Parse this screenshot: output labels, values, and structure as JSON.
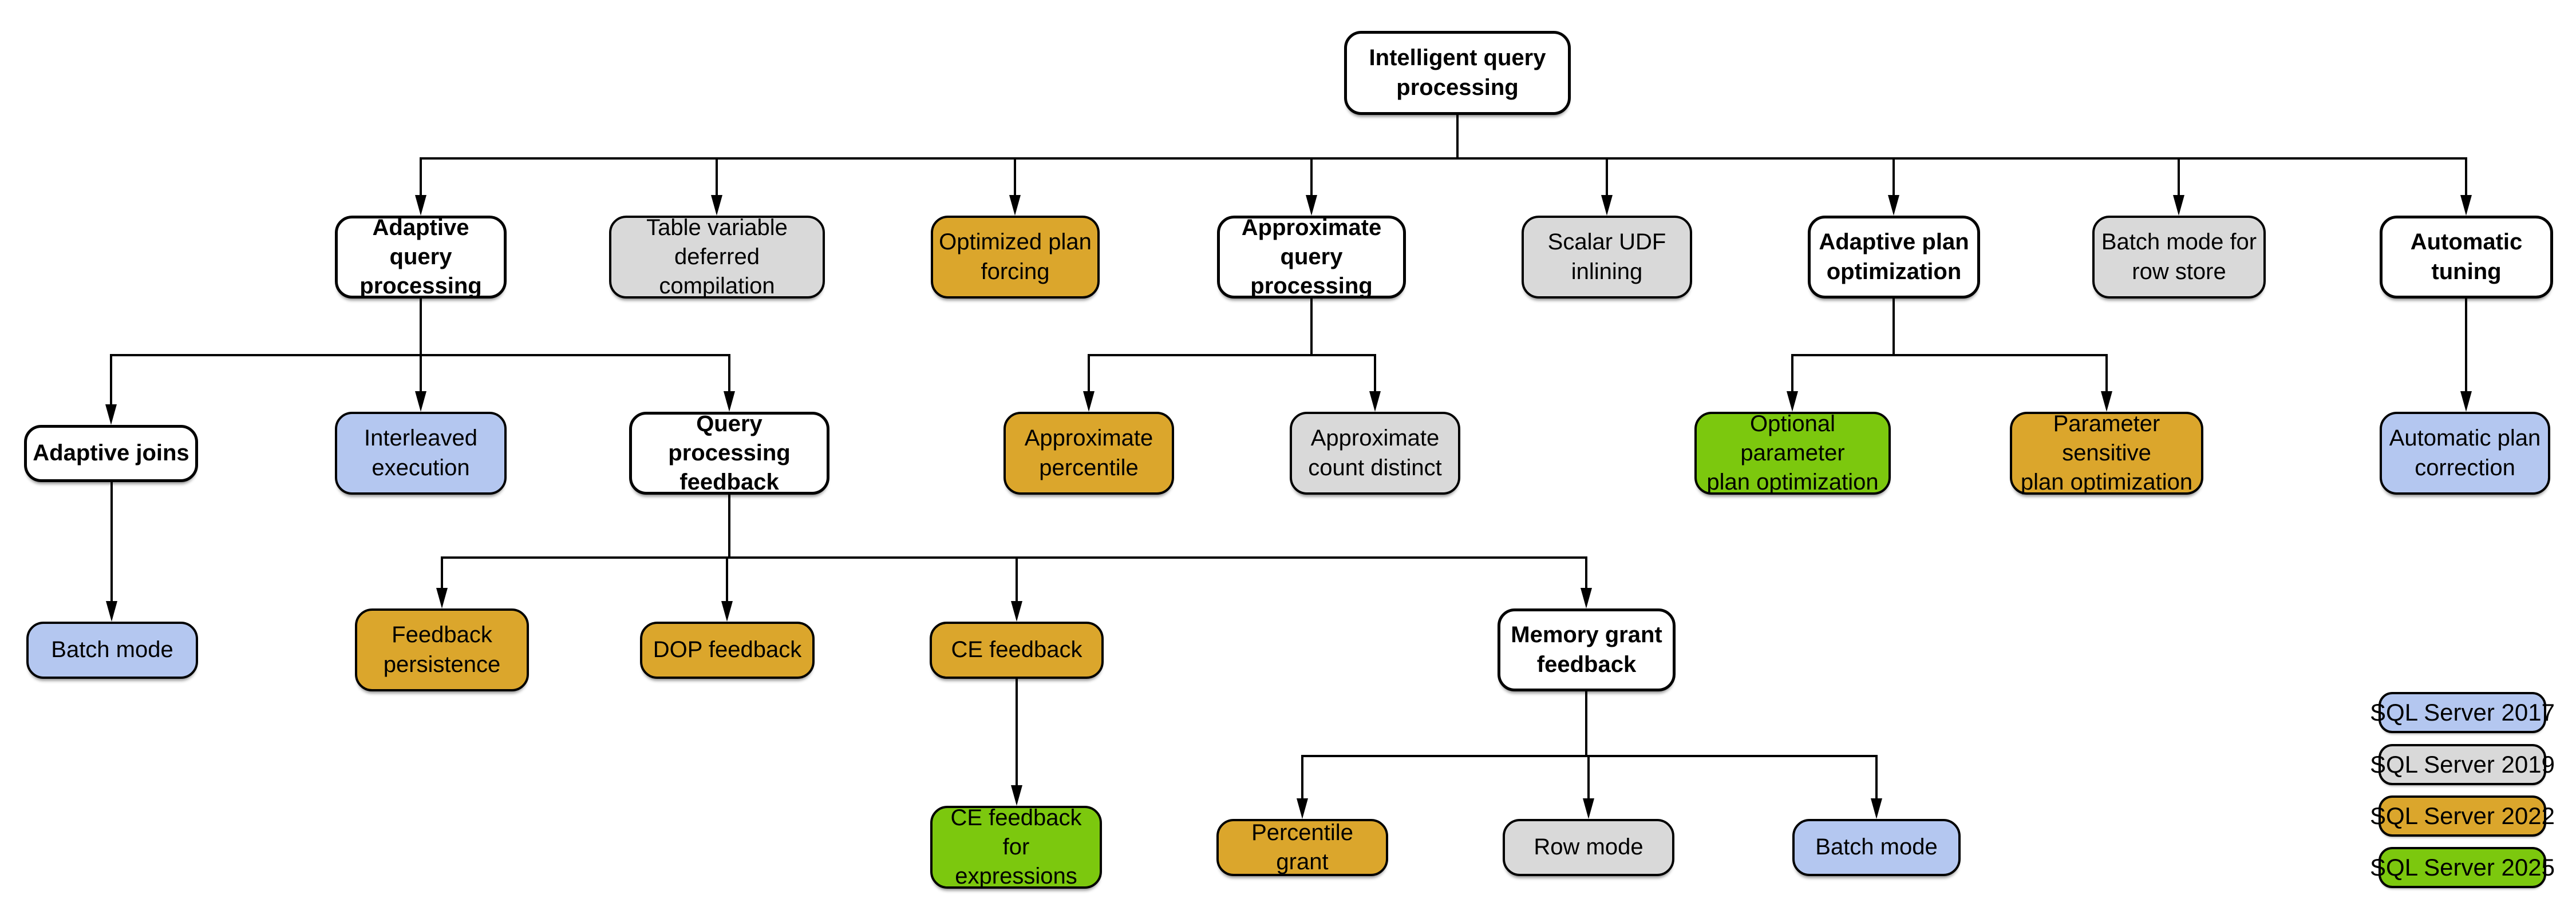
{
  "versions": {
    "2017": "#B4C7F0",
    "2019": "#D9D9D9",
    "2022": "#DBA62C",
    "2025": "#7CC80E"
  },
  "legend": {
    "items": [
      {
        "label": "SQL Server 2017",
        "version": "2017"
      },
      {
        "label": "SQL Server 2019",
        "version": "2019"
      },
      {
        "label": "SQL Server 2022",
        "version": "2022"
      },
      {
        "label": "SQL Server 2025",
        "version": "2025"
      }
    ]
  },
  "nodes": [
    {
      "id": "intelligent-query-processing",
      "label": "Intelligent query\nprocessing",
      "version": null,
      "parent": null
    },
    {
      "id": "adaptive-query-processing",
      "label": "Adaptive query\nprocessing",
      "version": null,
      "parent": "intelligent-query-processing"
    },
    {
      "id": "table-variable-deferred-compilation",
      "label": "Table variable\ndeferred compilation",
      "version": "2019",
      "parent": "intelligent-query-processing"
    },
    {
      "id": "optimized-plan-forcing",
      "label": "Optimized plan\nforcing",
      "version": "2022",
      "parent": "intelligent-query-processing"
    },
    {
      "id": "approximate-query-processing",
      "label": "Approximate\nquery processing",
      "version": null,
      "parent": "intelligent-query-processing"
    },
    {
      "id": "scalar-udf-inlining",
      "label": "Scalar UDF\ninlining",
      "version": "2019",
      "parent": "intelligent-query-processing"
    },
    {
      "id": "adaptive-plan-optimization",
      "label": "Adaptive plan\noptimization",
      "version": null,
      "parent": "intelligent-query-processing"
    },
    {
      "id": "batch-mode-for-row-store",
      "label": "Batch mode for\nrow store",
      "version": "2019",
      "parent": "intelligent-query-processing"
    },
    {
      "id": "automatic-tuning",
      "label": "Automatic\ntuning",
      "version": null,
      "parent": "intelligent-query-processing"
    },
    {
      "id": "adaptive-joins",
      "label": "Adaptive joins",
      "version": null,
      "parent": "adaptive-query-processing"
    },
    {
      "id": "interleaved-execution",
      "label": "Interleaved\nexecution",
      "version": "2017",
      "parent": "adaptive-query-processing"
    },
    {
      "id": "query-processing-feedback",
      "label": "Query processing\nfeedback",
      "version": null,
      "parent": "adaptive-query-processing"
    },
    {
      "id": "approximate-percentile",
      "label": "Approximate\npercentile",
      "version": "2022",
      "parent": "approximate-query-processing"
    },
    {
      "id": "approximate-count-distinct",
      "label": "Approximate\ncount distinct",
      "version": "2019",
      "parent": "approximate-query-processing"
    },
    {
      "id": "optional-parameter-plan-optimization",
      "label": "Optional parameter\nplan optimization",
      "version": "2025",
      "parent": "adaptive-plan-optimization"
    },
    {
      "id": "parameter-sensitive-plan-optimization",
      "label": "Parameter sensitive\nplan optimization",
      "version": "2022",
      "parent": "adaptive-plan-optimization"
    },
    {
      "id": "automatic-plan-correction",
      "label": "Automatic plan\ncorrection",
      "version": "2017",
      "parent": "automatic-tuning"
    },
    {
      "id": "batch-mode",
      "label": "Batch mode",
      "version": "2017",
      "parent": "adaptive-joins"
    },
    {
      "id": "feedback-persistence",
      "label": "Feedback\npersistence",
      "version": "2022",
      "parent": "query-processing-feedback"
    },
    {
      "id": "dop-feedback",
      "label": "DOP feedback",
      "version": "2022",
      "parent": "query-processing-feedback"
    },
    {
      "id": "ce-feedback",
      "label": "CE feedback",
      "version": "2022",
      "parent": "query-processing-feedback"
    },
    {
      "id": "memory-grant-feedback",
      "label": "Memory grant\nfeedback",
      "version": null,
      "parent": "query-processing-feedback"
    },
    {
      "id": "ce-feedback-for-expressions",
      "label": "CE feedback for\nexpressions",
      "version": "2025",
      "parent": "ce-feedback"
    },
    {
      "id": "percentile-grant",
      "label": "Percentile grant",
      "version": "2022",
      "parent": "memory-grant-feedback"
    },
    {
      "id": "row-mode",
      "label": "Row mode",
      "version": "2019",
      "parent": "memory-grant-feedback"
    },
    {
      "id": "batch-mode-memory-grant",
      "label": "Batch mode",
      "version": "2017",
      "parent": "memory-grant-feedback"
    }
  ]
}
